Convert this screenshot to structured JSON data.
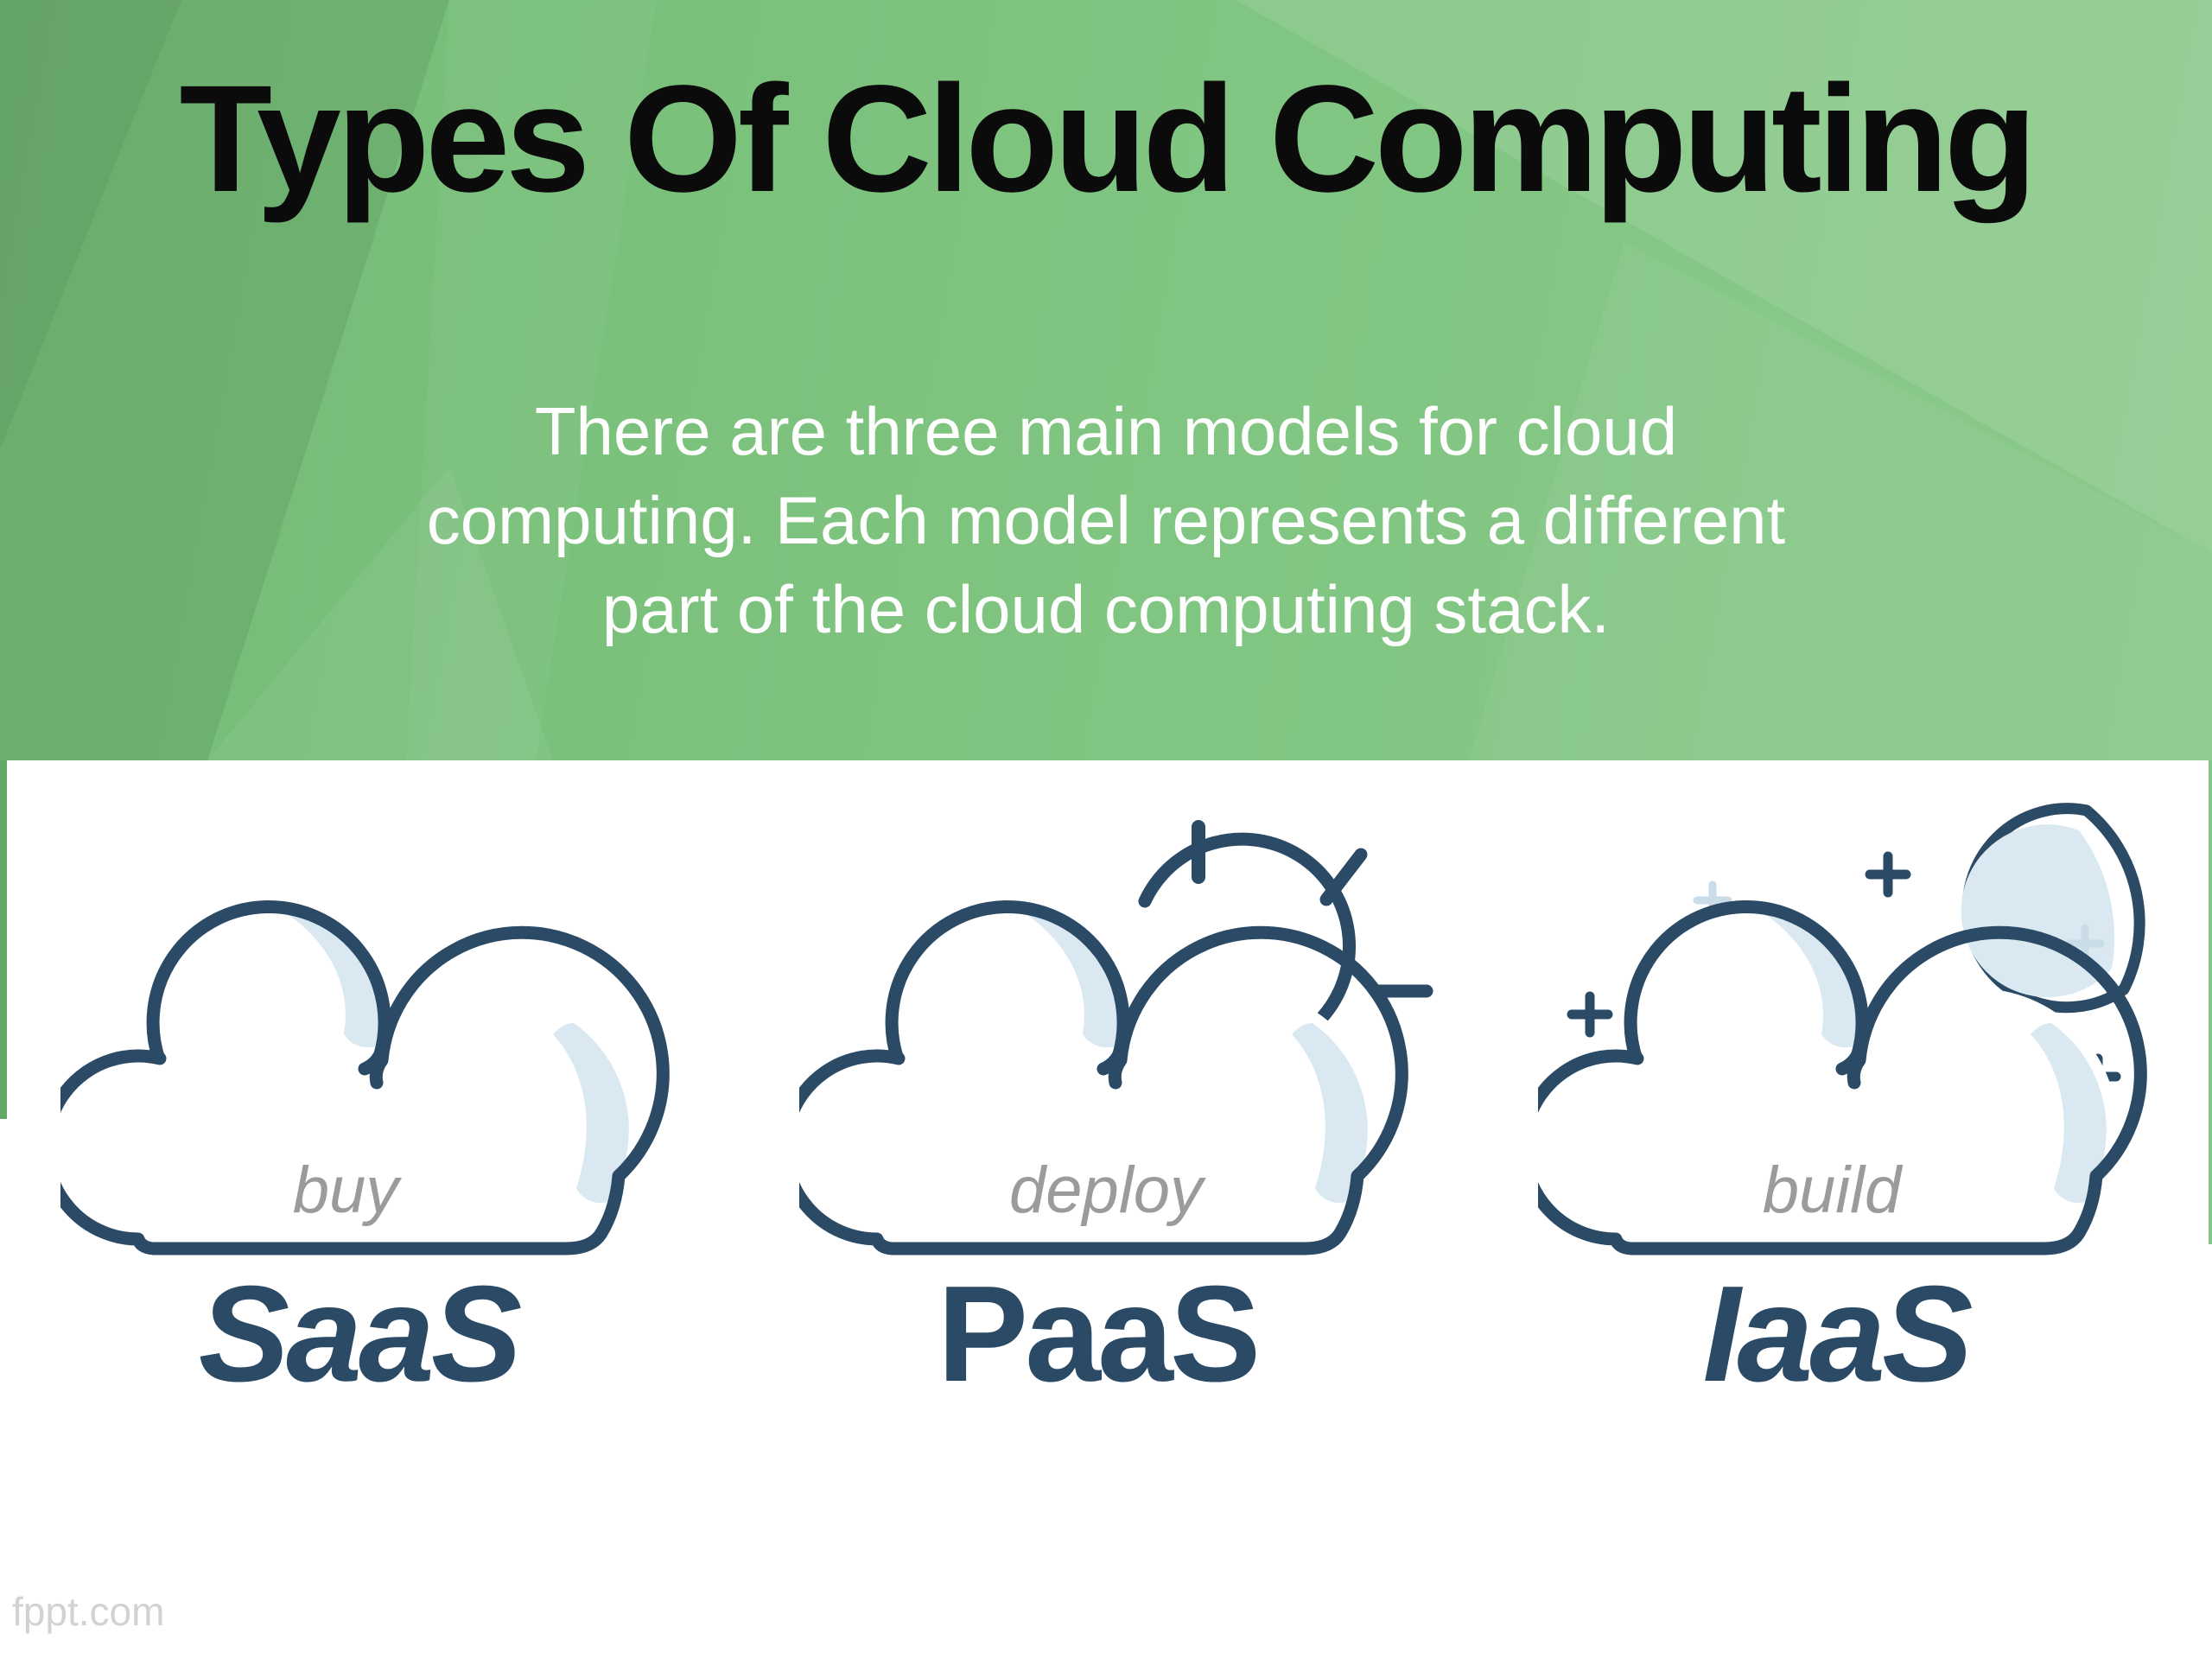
{
  "slide": {
    "title": "Types Of Cloud Computing",
    "subtitle": {
      "lines": [
        "There are three main models for cloud",
        "computing. Each model represents a different",
        "part of the cloud computing stack."
      ]
    },
    "models": [
      {
        "label": "SaaS",
        "verb": "buy",
        "decoration": "none"
      },
      {
        "label": "PaaS",
        "verb": "deploy",
        "decoration": "sun"
      },
      {
        "label": "IaaS",
        "verb": "build",
        "decoration": "moon-and-stars"
      }
    ],
    "watermark": "fppt.com",
    "colors": {
      "header_green": "#7ec47f",
      "header_green_dark": "#63a867",
      "header_green_light": "#8bca8c",
      "cloud_outline_navy": "#2b4a66",
      "cloud_shading_blue": "#d9e8f1",
      "star_light_blue": "#c9dce8",
      "verb_gray": "#9b9b9b",
      "title_black": "#0b0b0b",
      "subtitle_white": "#fdfefd",
      "watermark_gray": "#d2d2d2"
    }
  }
}
